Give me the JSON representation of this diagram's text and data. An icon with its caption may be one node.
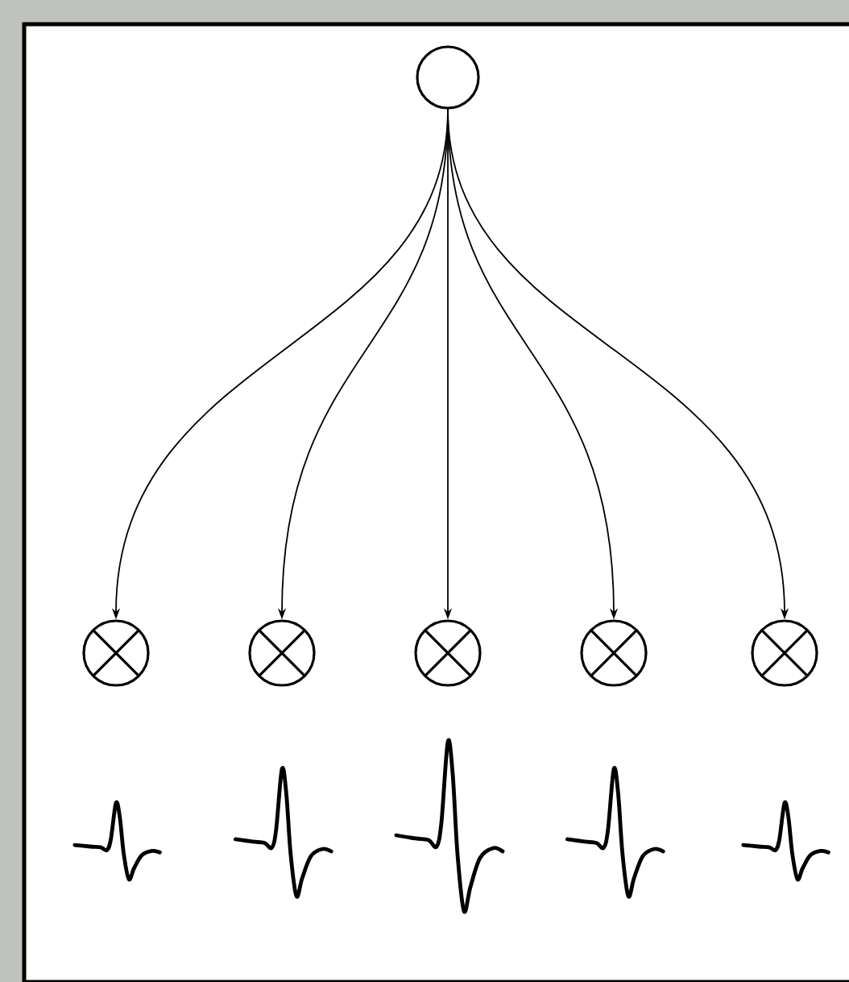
{
  "diagram": {
    "nodes": [
      {
        "text": [],
        "shape": "circle"
      },
      {
        "text": [],
        "shape": "crossed-circle"
      },
      {
        "text": [],
        "shape": "crossed-circle"
      },
      {
        "text": [],
        "shape": "crossed-circle"
      },
      {
        "text": [],
        "shape": "crossed-circle"
      },
      {
        "text": [],
        "shape": "crossed-circle"
      }
    ],
    "edges": [
      {
        "from": 0,
        "to": 1,
        "arrow": "to"
      },
      {
        "from": 0,
        "to": 2,
        "arrow": "to"
      },
      {
        "from": 0,
        "to": 3,
        "arrow": "to"
      },
      {
        "from": 0,
        "to": 4,
        "arrow": "to"
      },
      {
        "from": 0,
        "to": 5,
        "arrow": "to"
      }
    ]
  }
}
